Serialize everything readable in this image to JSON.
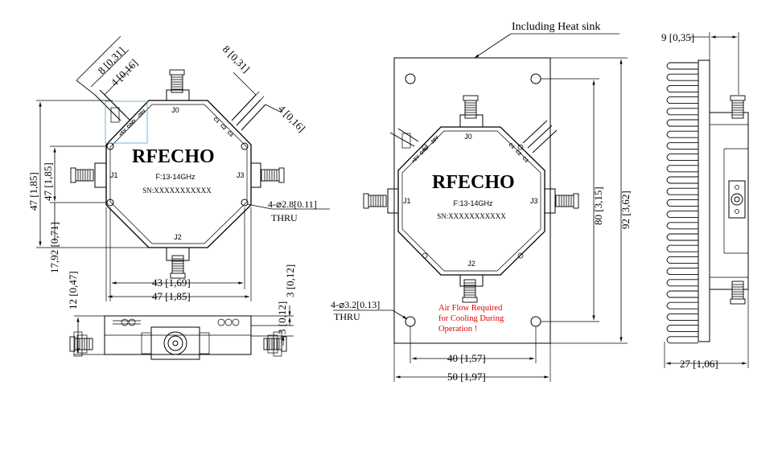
{
  "device": {
    "brand": "RFECHO",
    "frequency": "F:13-14GHz",
    "serial": "SN:XXXXXXXXXXX",
    "ports": {
      "j0": "J0",
      "j1": "J1",
      "j2": "J2",
      "j3": "J3"
    },
    "dc_pins": {
      "c1": "C1",
      "c2": "C2",
      "c3": "C3",
      "p5v": "+5V",
      "gnd": "GND",
      "n28v": "-28V"
    }
  },
  "left_view": {
    "dim_8_031": "8 [0,31]",
    "dim_4_016": "4 [0,16]",
    "dim_8_031_right": "8 [0,31]",
    "dim_4_016_right": "4 [0,16]",
    "dim_47_185_vert": "47 [1,85]",
    "dim_47_185_inner": "47 [1,85]",
    "dim_1792_071": "17,92 [0,71]",
    "dim_43_169": "43 [1,69]",
    "dim_47_185_horiz": "47 [1,85]",
    "hole_note_line1": "4-⌀2.8[0.11]",
    "hole_note_line2": "THRU",
    "dim_12_047": "12 [0,47]",
    "dim_3_012_top": "3 [0,12]",
    "dim_3_012_bottom": "3 [0,12]"
  },
  "center_view": {
    "heat_sink_note": "Including Heat sink",
    "dim_80_315": "80 [3,15]",
    "dim_92_362": "92 [3,62]",
    "dim_40_157": "40 [1,57]",
    "dim_50_197": "50 [1,97]",
    "hole_note_line1": "4-⌀3.2[0.13]",
    "hole_note_line2": "THRU",
    "airflow_line1": "Air Flow Required",
    "airflow_line2": "for Cooling During",
    "airflow_line3": "Operation !"
  },
  "right_view": {
    "dim_9_035": "9 [0,35]",
    "dim_27_106": "27 [1,06]"
  }
}
